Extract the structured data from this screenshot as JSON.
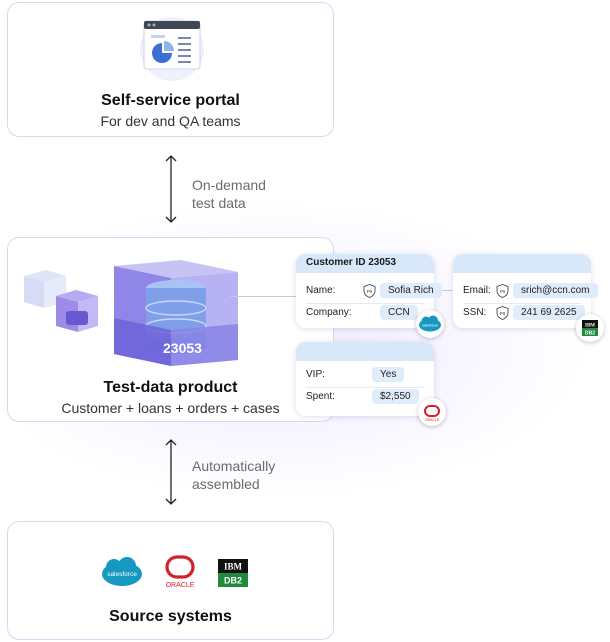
{
  "portal": {
    "title": "Self-service portal",
    "subtitle": "For dev and QA teams"
  },
  "arrow_top": {
    "label": "On-demand\ntest data"
  },
  "product": {
    "title": "Test-data product",
    "subtitle": "Customer + loans + orders + cases",
    "cube_id": "23053"
  },
  "arrow_bottom": {
    "label": "Automatically\nassembled"
  },
  "source": {
    "title": "Source systems",
    "logos": [
      "salesforce",
      "ORACLE",
      "IBM",
      "DB2"
    ]
  },
  "card_customer": {
    "header": "Customer ID 23053",
    "name_label": "Name:",
    "name_value": "Sofia Rich",
    "company_label": "Company:",
    "company_value": "CCN"
  },
  "card_contact": {
    "email_label": "Email:",
    "email_value": "srich@ccn.com",
    "ssn_label": "SSN:",
    "ssn_value": "241 69 2625"
  },
  "card_vip": {
    "vip_label": "VIP:",
    "vip_value": "Yes",
    "spent_label": "Spent:",
    "spent_value": "$2,550"
  },
  "pii_text": "PII",
  "colors": {
    "accent": "#6366f1",
    "border": "#dcd6f4",
    "pill": "#dfecfb",
    "header": "#d9e7fb"
  },
  "icons": [
    "portal-window-icon",
    "arrow-updown-icon",
    "database-cube-icon",
    "pii-shield-icon",
    "salesforce-logo",
    "oracle-logo",
    "ibm-db2-logo"
  ]
}
